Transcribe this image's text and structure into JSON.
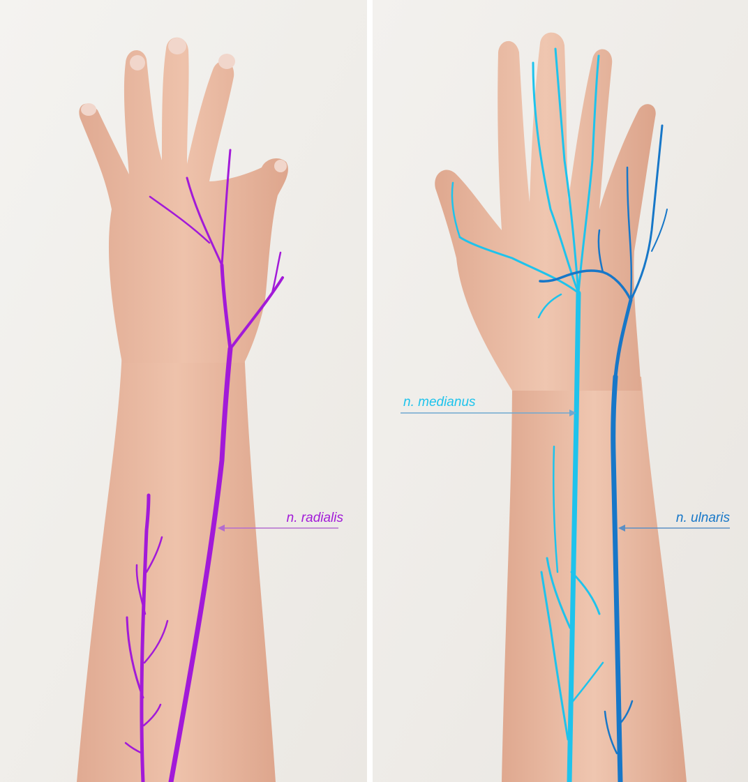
{
  "labels": {
    "radialis": "n. radialis",
    "medianus": "n. medianus",
    "ulnaris": "n. ulnaris"
  },
  "colors": {
    "radialis": "#a21ad8",
    "medianus": "#1ec3ec",
    "ulnaris": "#1777c8",
    "skin": "#e9b9a2",
    "background": "#f1efeb"
  },
  "panels": {
    "left": "dorsal hand and forearm",
    "right": "palmar hand and forearm"
  }
}
